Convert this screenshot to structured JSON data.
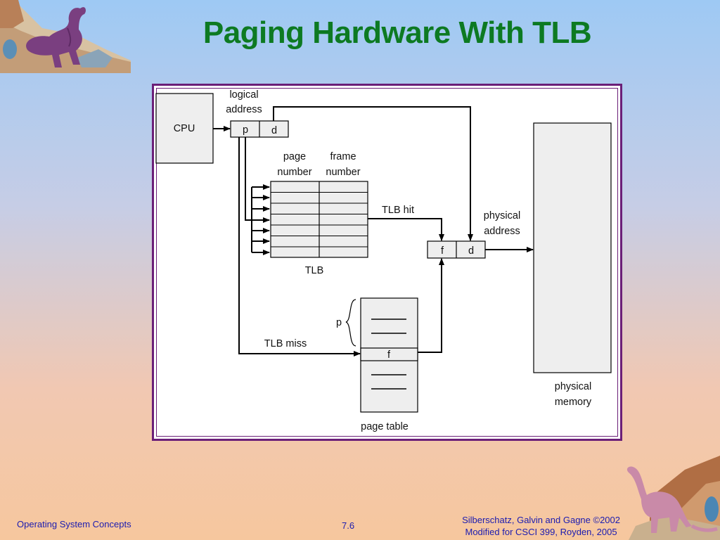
{
  "slide": {
    "title": "Paging Hardware With TLB",
    "footer_left": "Operating System Concepts",
    "footer_page": "7.6",
    "footer_right_line1": "Silberschatz, Galvin and  Gagne ©2002",
    "footer_right_line2": "Modified for CSCI 399, Royden, 2005"
  },
  "diagram": {
    "cpu_label": "CPU",
    "logical_address_line1": "logical",
    "logical_address_line2": "address",
    "p_label": "p",
    "d_label": "d",
    "page_number_line1": "page",
    "page_number_line2": "number",
    "frame_number_line1": "frame",
    "frame_number_line2": "number",
    "tlb_label": "TLB",
    "tlb_hit_label": "TLB hit",
    "tlb_miss_label": "TLB miss",
    "physical_address_line1": "physical",
    "physical_address_line2": "address",
    "f_label": "f",
    "d_label_2": "d",
    "pt_p_label": "p",
    "pt_f_label": "f",
    "page_table_label": "page table",
    "physical_memory_line1": "physical",
    "physical_memory_line2": "memory"
  },
  "colors": {
    "title": "#0d7a22",
    "frame_border": "#6b1f78",
    "footer_text": "#1b1bb0",
    "box_fill": "#eeeeee"
  }
}
